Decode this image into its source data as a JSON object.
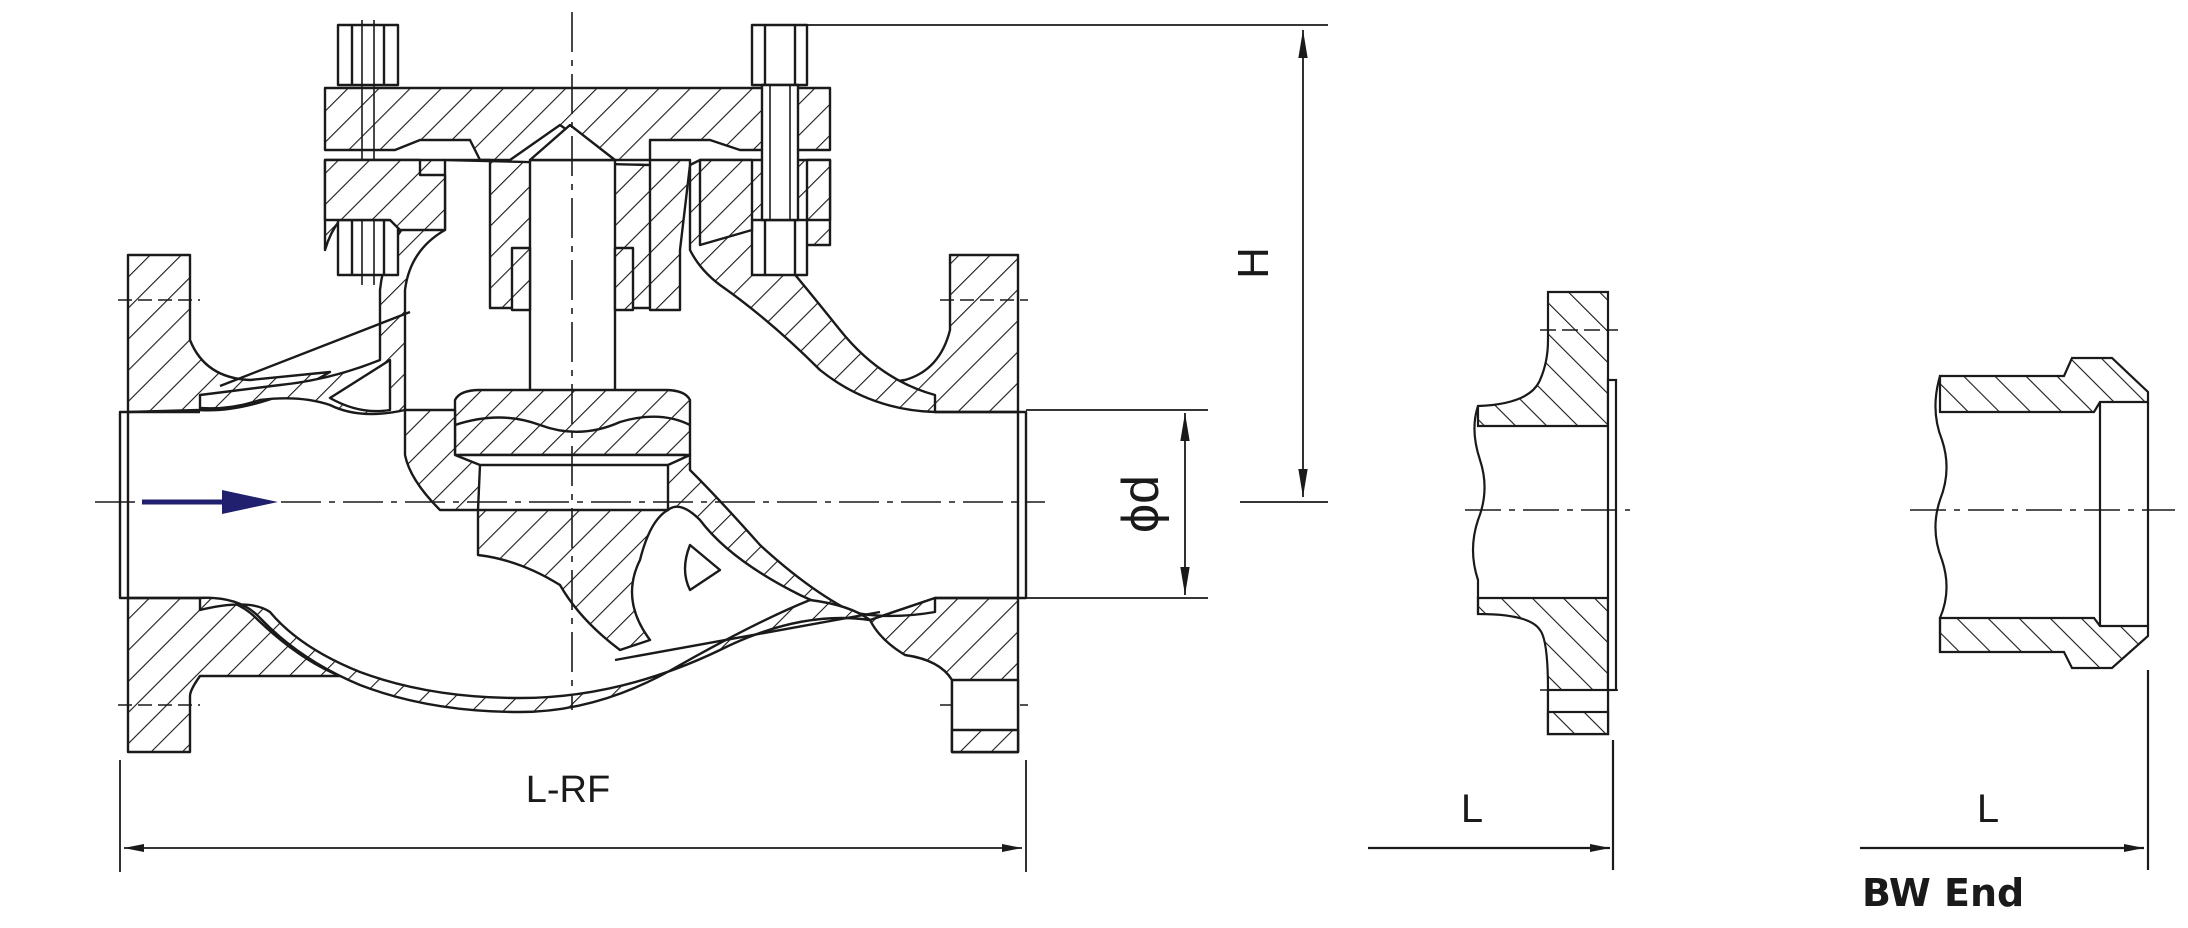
{
  "labels": {
    "length_rf": "L-RF",
    "height": "H",
    "bore": "ϕd",
    "length_flange_end": "L",
    "length_bw_end": "L",
    "bw_end_title": "BW End"
  },
  "colors": {
    "line": "#1a1a1a",
    "flow_arrow": "#20206e",
    "background": "#ffffff"
  }
}
